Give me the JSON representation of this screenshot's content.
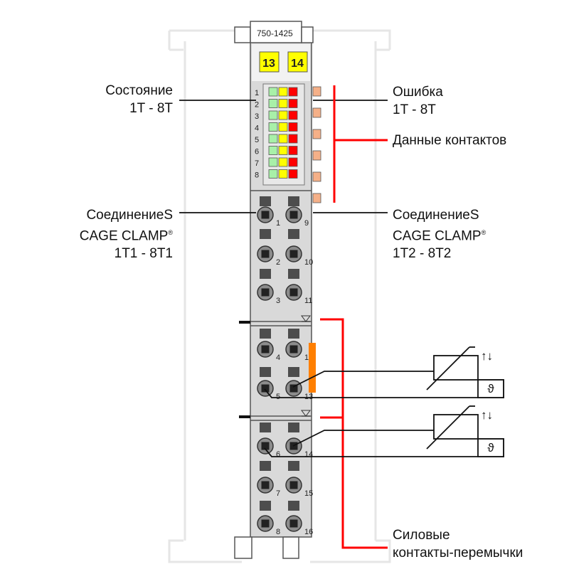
{
  "module": {
    "part_number": "750-1425",
    "top_markers": [
      "13",
      "14"
    ],
    "led_numbers": [
      "1",
      "2",
      "3",
      "4",
      "5",
      "6",
      "7",
      "8"
    ]
  },
  "terminals": {
    "left": [
      "1",
      "2",
      "3",
      "4",
      "5",
      "6",
      "7",
      "8"
    ],
    "right": [
      "9",
      "10",
      "11",
      "12",
      "13",
      "14",
      "15",
      "16"
    ]
  },
  "labels": {
    "status": [
      "Состояние",
      "1T - 8T"
    ],
    "error": [
      "Ошибка",
      "1T - 8T"
    ],
    "contact_data": "Данные контактов",
    "connection_left": [
      "СоединениеS",
      "CAGE CLAMP",
      "®",
      "1T1 - 8T1"
    ],
    "connection_right": [
      "СоединениеS",
      "CAGE CLAMP",
      "®",
      "1T2 - 8T2"
    ],
    "power_jumper": [
      "Силовые",
      "контакты-перемычки"
    ]
  },
  "sensor": {
    "symbol": "ϑ",
    "arrows": "↑↓"
  },
  "colors": {
    "housing": "#d9d9d9",
    "led_green": "#a8f0a8",
    "led_yellow": "#ffff00",
    "led_red": "#ff0000",
    "marker_yellow": "#ffff00",
    "jumper_red": "#ff0000",
    "jumper_orange": "#ff7f00",
    "contact_orange": "#f5b088"
  }
}
